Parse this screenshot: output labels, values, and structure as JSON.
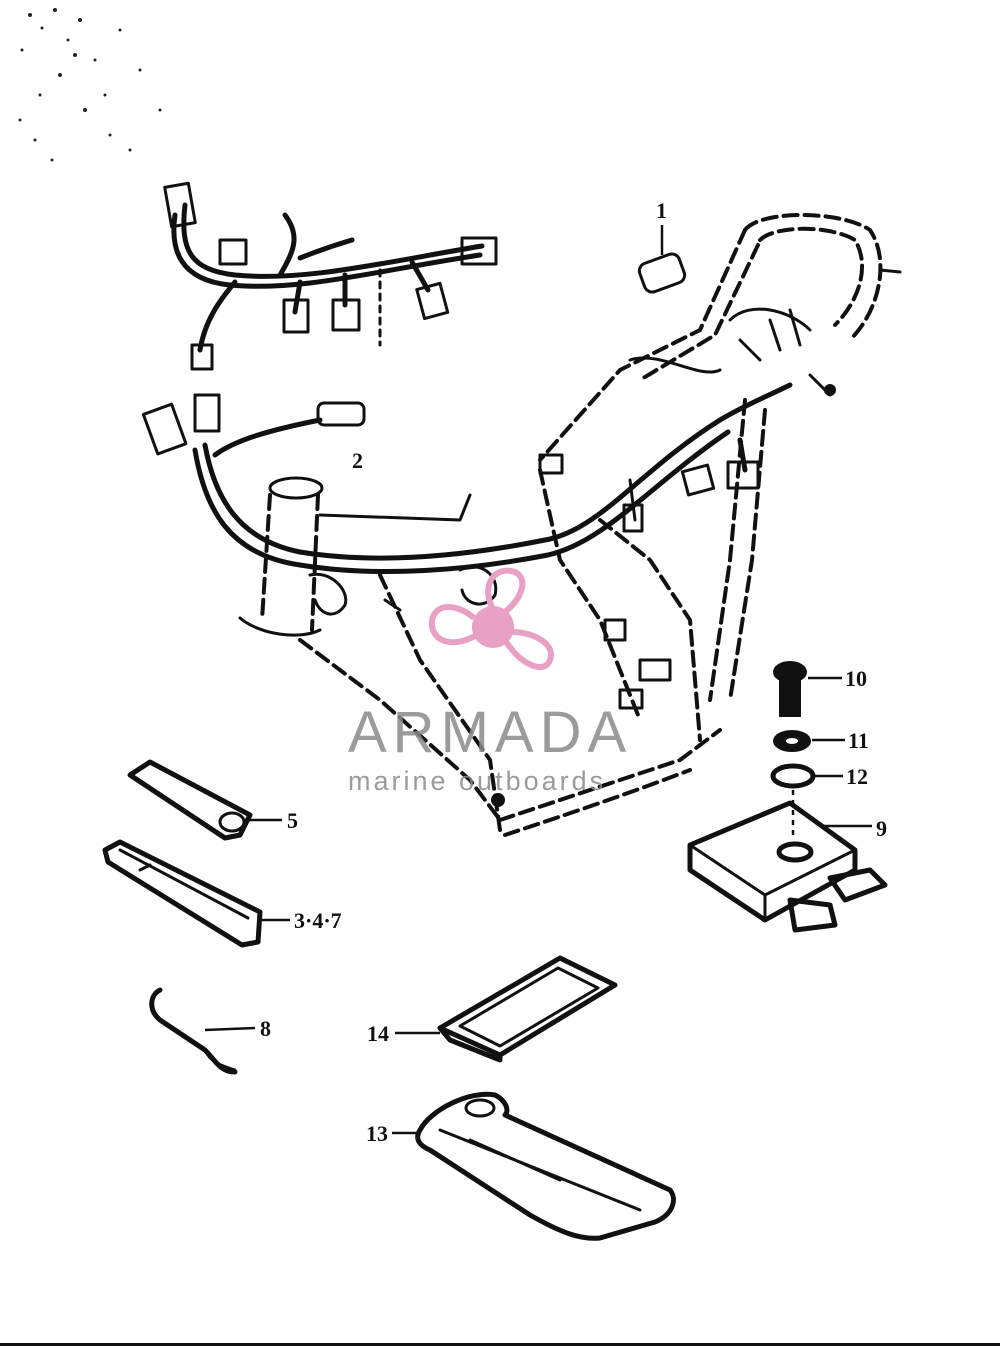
{
  "watermark": {
    "brand": "ARMADA",
    "tagline": "marine outboards",
    "logo_color": "#e8a0c4",
    "text_color": "#8a8a8a"
  },
  "part_labels": {
    "p1": "1",
    "p2": "2",
    "p5": "5",
    "p347": "3·4·7",
    "p8": "8",
    "p9": "9",
    "p10": "10",
    "p11": "11",
    "p12": "12",
    "p13": "13",
    "p14": "14"
  }
}
